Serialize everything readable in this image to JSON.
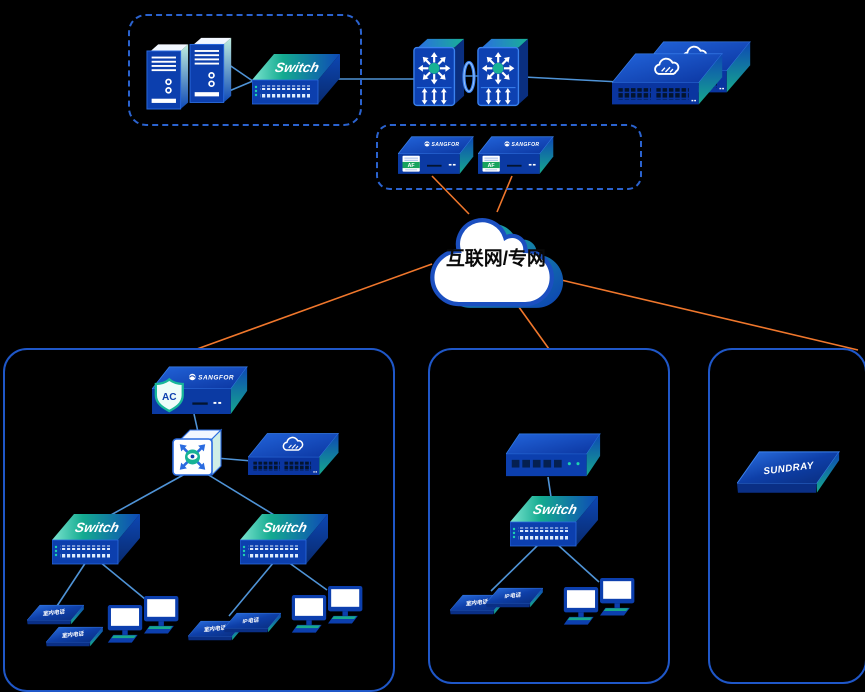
{
  "labels": {
    "switch": "Switch",
    "sangfor": "SANGFOR",
    "af": "AF",
    "ac": "AC",
    "sundray": "SUNDRAY"
  },
  "cloud": {
    "label": "互联网/专网"
  },
  "endpoints": {
    "indoor_phone": "室内电话",
    "ip_phone": "IP电话"
  },
  "colors": {
    "background": "#000000",
    "device_blue": "#0c3fae",
    "teal_accent": "#17b295",
    "zone_border": "#2258c8",
    "line_blue": "#4f93d6",
    "line_orange": "#f0772c",
    "badge_green": "#18a35f"
  },
  "icons": [
    "server-icon",
    "switch-icon",
    "core-switch-icon",
    "stack-link-icon",
    "router-icon",
    "firewall-af-icon",
    "gateway-ac-icon",
    "security-switch-cube-icon",
    "internet-cloud",
    "terminal-pad-icon",
    "pc-pair-icon",
    "sundray-ap-icon"
  ]
}
